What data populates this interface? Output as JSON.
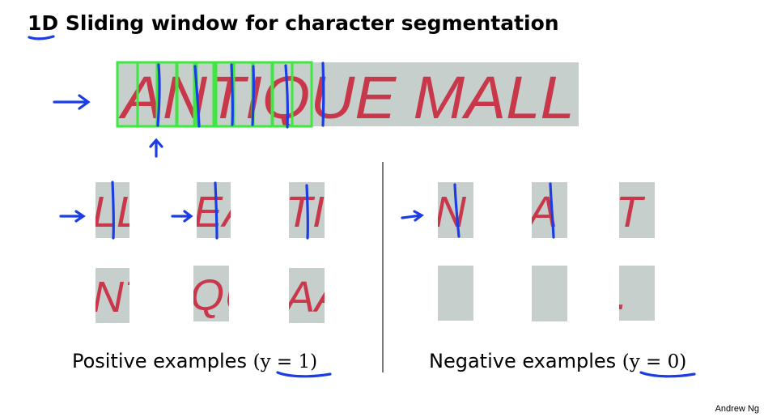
{
  "slide": {
    "title_tag": "1D",
    "title_text": "Sliding window for character segmentation",
    "image_text": "ANTIQUE MALL",
    "positive_caption": "Positive examples",
    "positive_formula": "(y = 1)",
    "negative_caption": "Negative examples",
    "negative_formula": "(y = 0)",
    "credit": "Andrew Ng"
  },
  "positive_patches": [
    "LL",
    "EA",
    "TI",
    "NT",
    "QU",
    "AA"
  ],
  "negative_patches": [
    "N",
    "A",
    "T",
    "",
    "",
    "."
  ],
  "colors": {
    "ink_blue": "#1a3de6",
    "window_green": "#3ee83e",
    "image_bg": "#c6cfcc",
    "letter_red": "#c8374a"
  }
}
